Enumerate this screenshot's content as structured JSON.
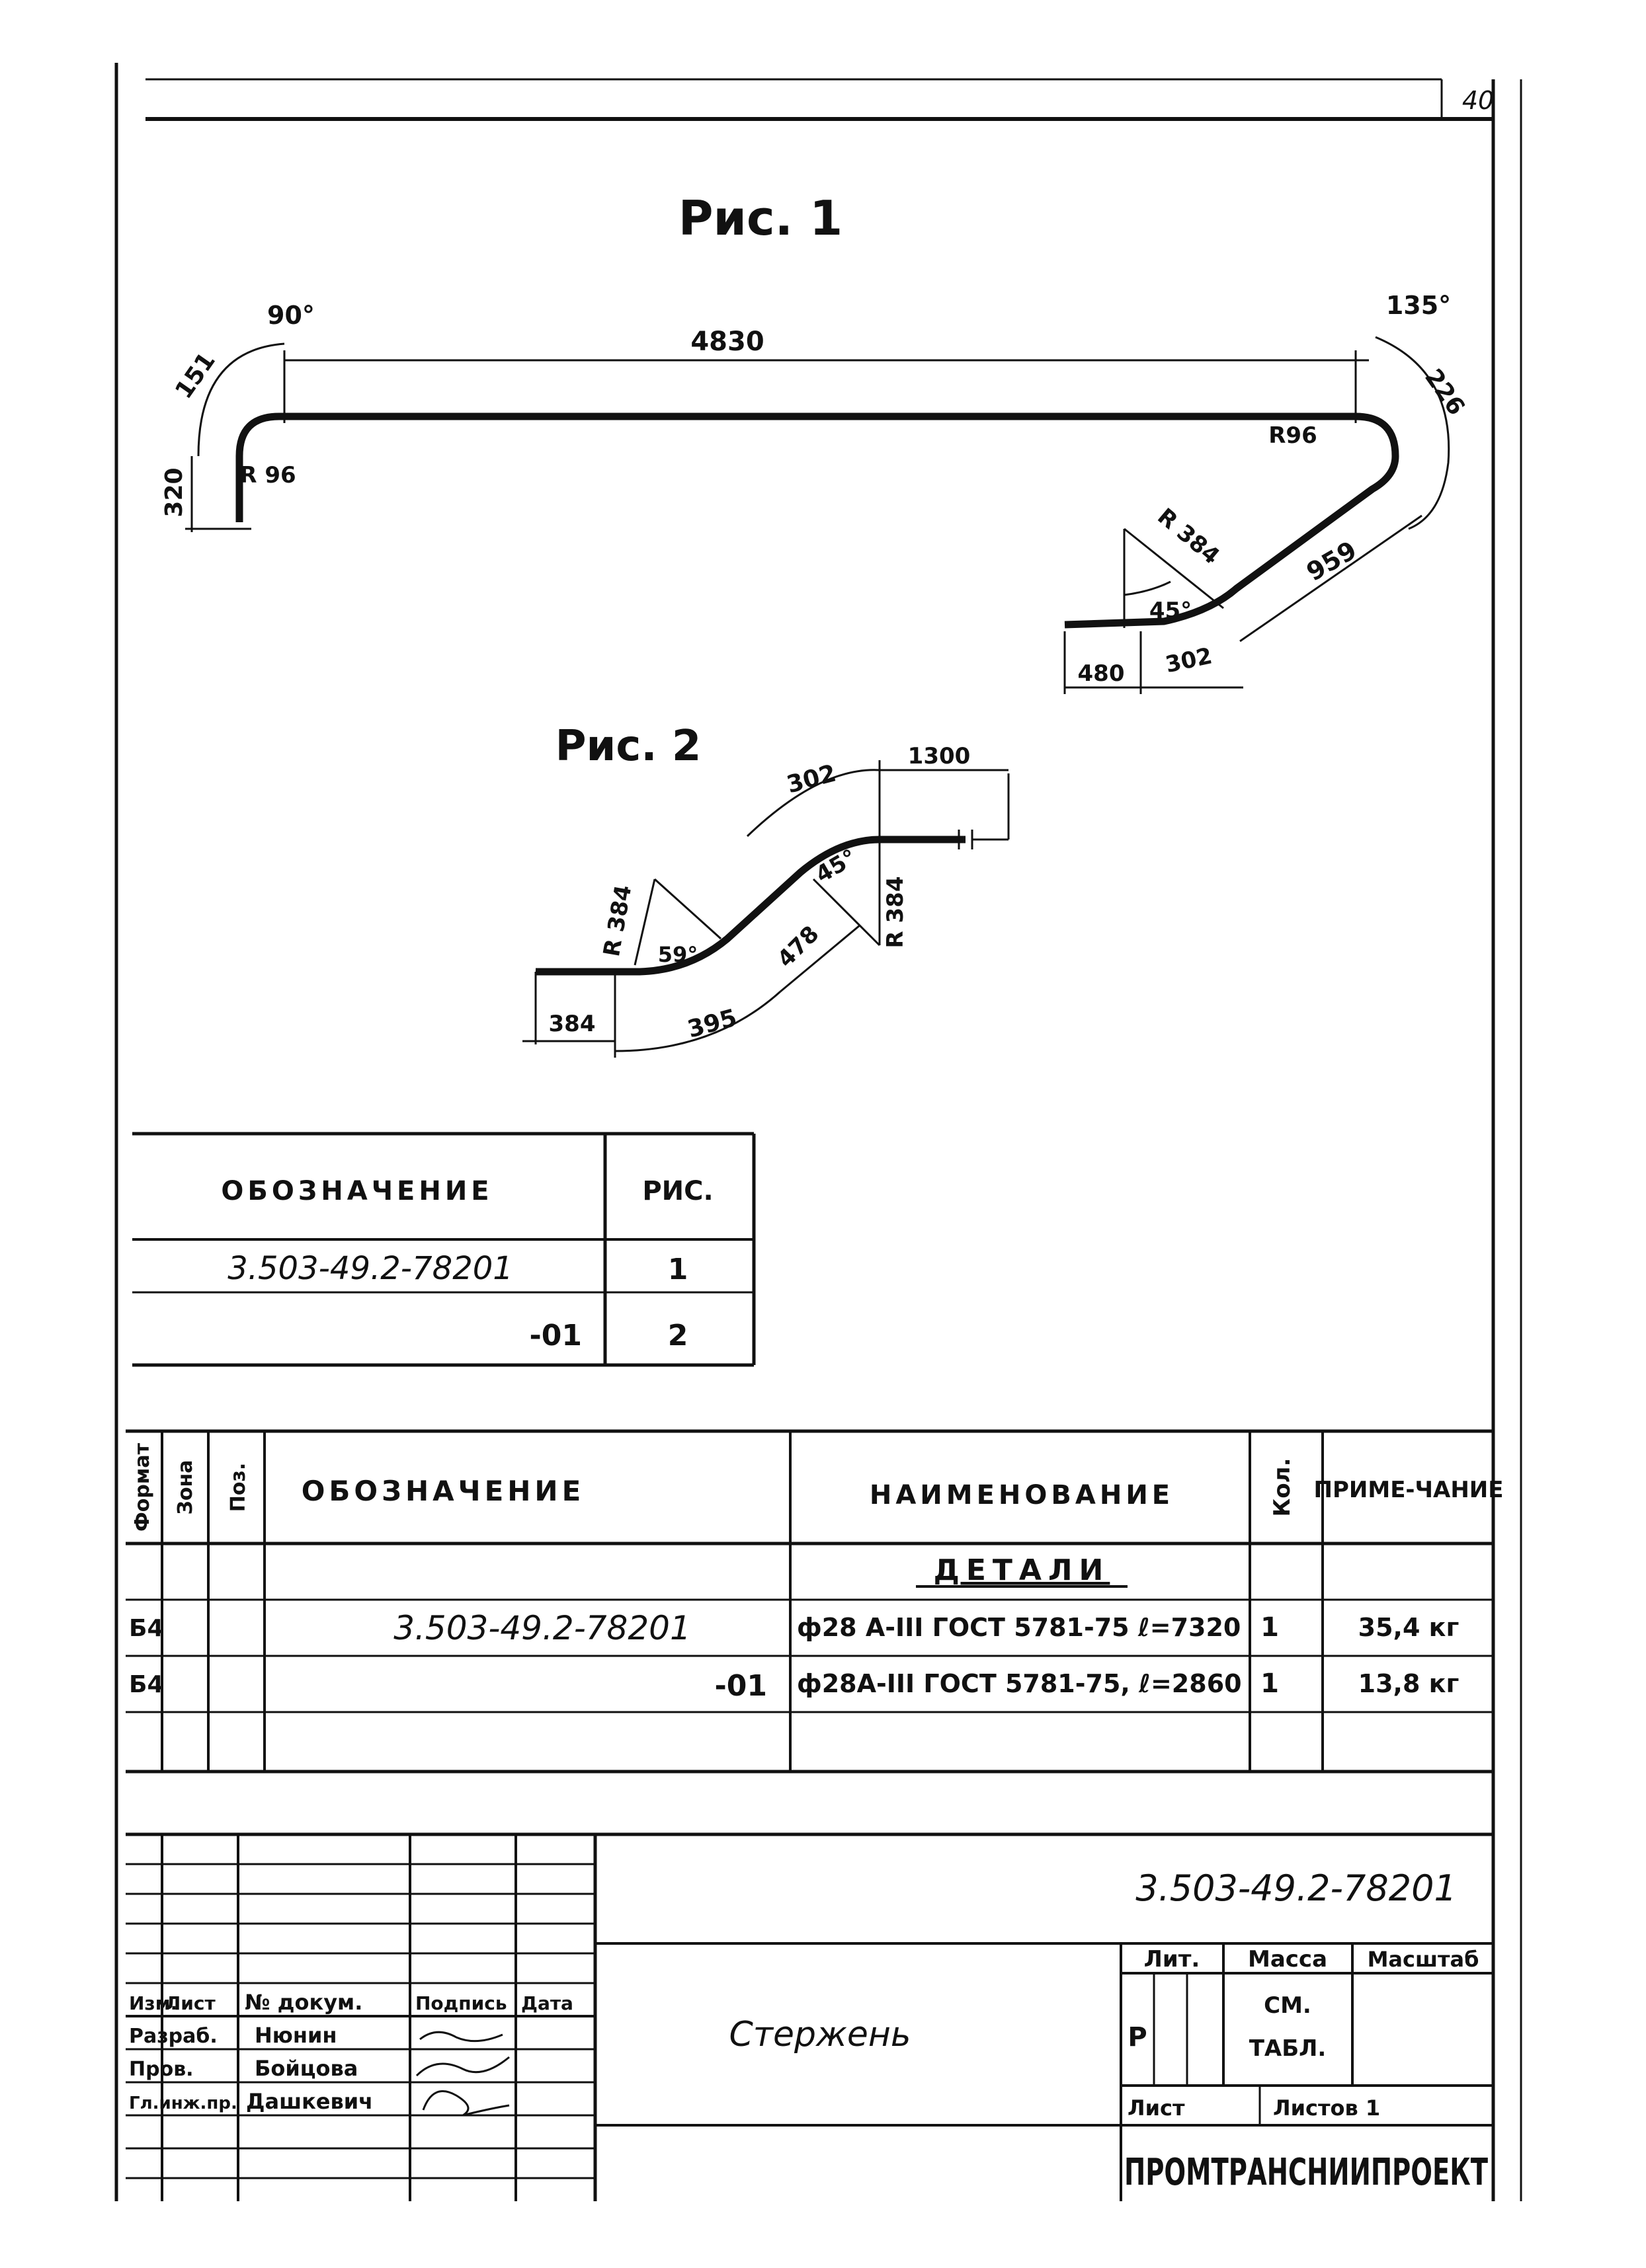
{
  "sheet": {
    "page_number": "40"
  },
  "fig1": {
    "title": "Рис. 1",
    "angle_left": "90°",
    "dim_151": "151",
    "dim_4830": "4830",
    "dim_320": "320",
    "radius_left": "R 96",
    "angle_right": "135°",
    "dim_226": "226",
    "radius_right": "R96",
    "radius_384": "R 384",
    "angle_45": "45°",
    "dim_959": "959",
    "dim_480": "480",
    "dim_302": "302"
  },
  "fig2": {
    "title": "Рис. 2",
    "dim_302": "302",
    "dim_1300": "1300",
    "angle_45": "45°",
    "radius_right": "R 384",
    "radius_left": "R 384",
    "angle_59": "59°",
    "dim_478": "478",
    "dim_384": "384",
    "dim_395": "395"
  },
  "fig_table": {
    "header_designation": "ОБОЗНАЧЕНИЕ",
    "header_fig": "РИС.",
    "rows": [
      {
        "designation": "3.503-49.2-78201",
        "fig": "1"
      },
      {
        "designation": "-01",
        "fig": "2"
      }
    ]
  },
  "spec_table": {
    "col_format": "Формат",
    "col_zone": "Зона",
    "col_pos": "Поз.",
    "col_designation": "ОБОЗНАЧЕНИЕ",
    "col_name": "НАИМЕНОВАНИЕ",
    "col_qty": "Кол.",
    "col_note": "ПРИМЕ-ЧАНИЕ",
    "section_title": "ДЕТАЛИ",
    "rows": [
      {
        "format": "Б4",
        "designation": "3.503-49.2-78201",
        "name": "ф28 А-III ГОСТ 5781-75 ℓ=7320",
        "qty": "1",
        "note": "35,4 кг"
      },
      {
        "format": "Б4",
        "designation": "-01",
        "name": "ф28А-III ГОСТ 5781-75, ℓ=2860",
        "qty": "1",
        "note": "13,8 кг"
      }
    ]
  },
  "title_block": {
    "doc_code": "3.503-49.2-78201",
    "col_change": "Изм.",
    "col_sheet": "Лист",
    "col_doc_no": "№ докум.",
    "col_signature": "Подпись",
    "col_date": "Дата",
    "role_1": "Разраб.",
    "name_1": "Нюнин",
    "role_2": "Пров.",
    "name_2": "Бойцова",
    "role_3": "Гл.инж.пр.",
    "name_3": "Дашкевич",
    "part_name": "Стержень",
    "label_lit": "Лит.",
    "label_mass": "Масса",
    "label_scale": "Масштаб",
    "lit_value": "Р",
    "mass_value_1": "СМ.",
    "mass_value_2": "ТАБЛ.",
    "label_sheet": "Лист",
    "label_sheets": "Листов 1",
    "organization": "ПРОМТРАНСНИИПРОЕКТ"
  }
}
